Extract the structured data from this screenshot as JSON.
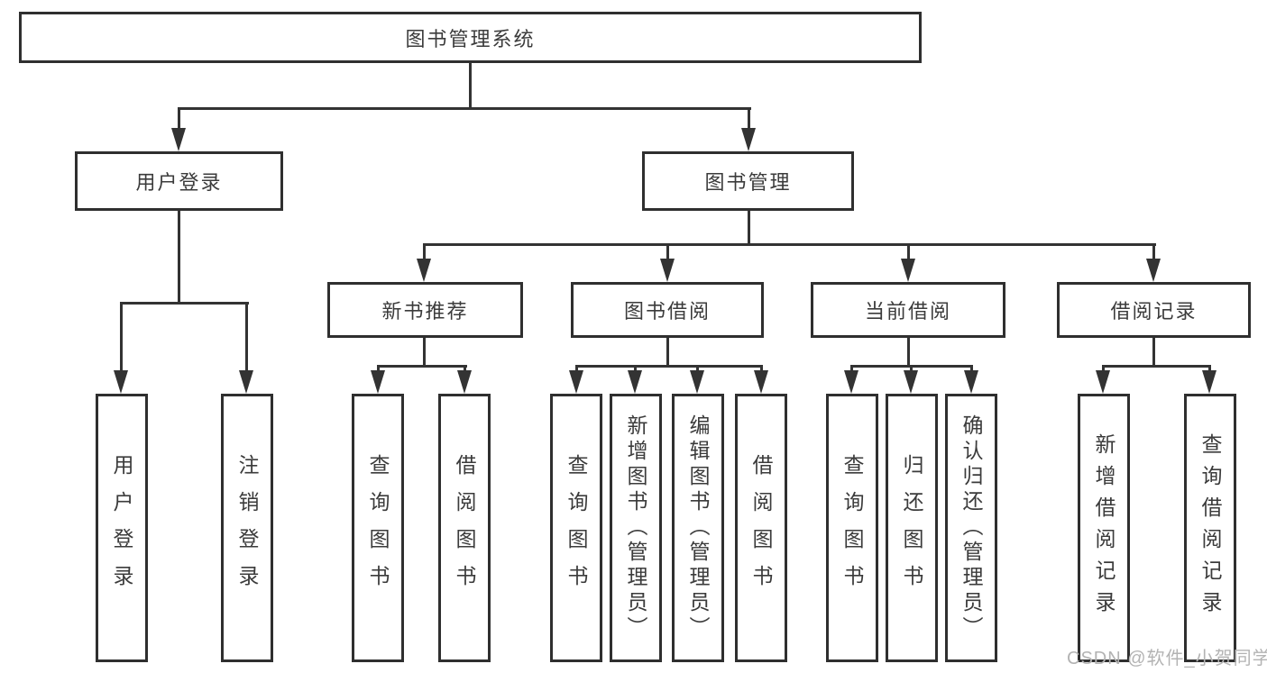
{
  "tree": {
    "label": "图书管理系统",
    "children": [
      {
        "label": "用户登录",
        "children": [
          {
            "label": "用户登录"
          },
          {
            "label": "注销登录"
          }
        ]
      },
      {
        "label": "图书管理",
        "children": [
          {
            "label": "新书推荐",
            "children": [
              {
                "label": "查询图书"
              },
              {
                "label": "借阅图书"
              }
            ]
          },
          {
            "label": "图书借阅",
            "children": [
              {
                "label": "查询图书"
              },
              {
                "label": "新增图书（管理员）"
              },
              {
                "label": "编辑图书（管理员）"
              },
              {
                "label": "借阅图书"
              }
            ]
          },
          {
            "label": "当前借阅",
            "children": [
              {
                "label": "查询图书"
              },
              {
                "label": "归还图书"
              },
              {
                "label": "确认归还（管理员）"
              }
            ]
          },
          {
            "label": "借阅记录",
            "children": [
              {
                "label": "新增借阅记录"
              },
              {
                "label": "查询借阅记录"
              }
            ]
          }
        ]
      }
    ]
  },
  "watermark": "CSDN @软件_小贺同学",
  "colors": {
    "line": "#333333",
    "text": "#3b3b3b",
    "watermark": "#b3b3b3",
    "background": "#ffffff"
  }
}
